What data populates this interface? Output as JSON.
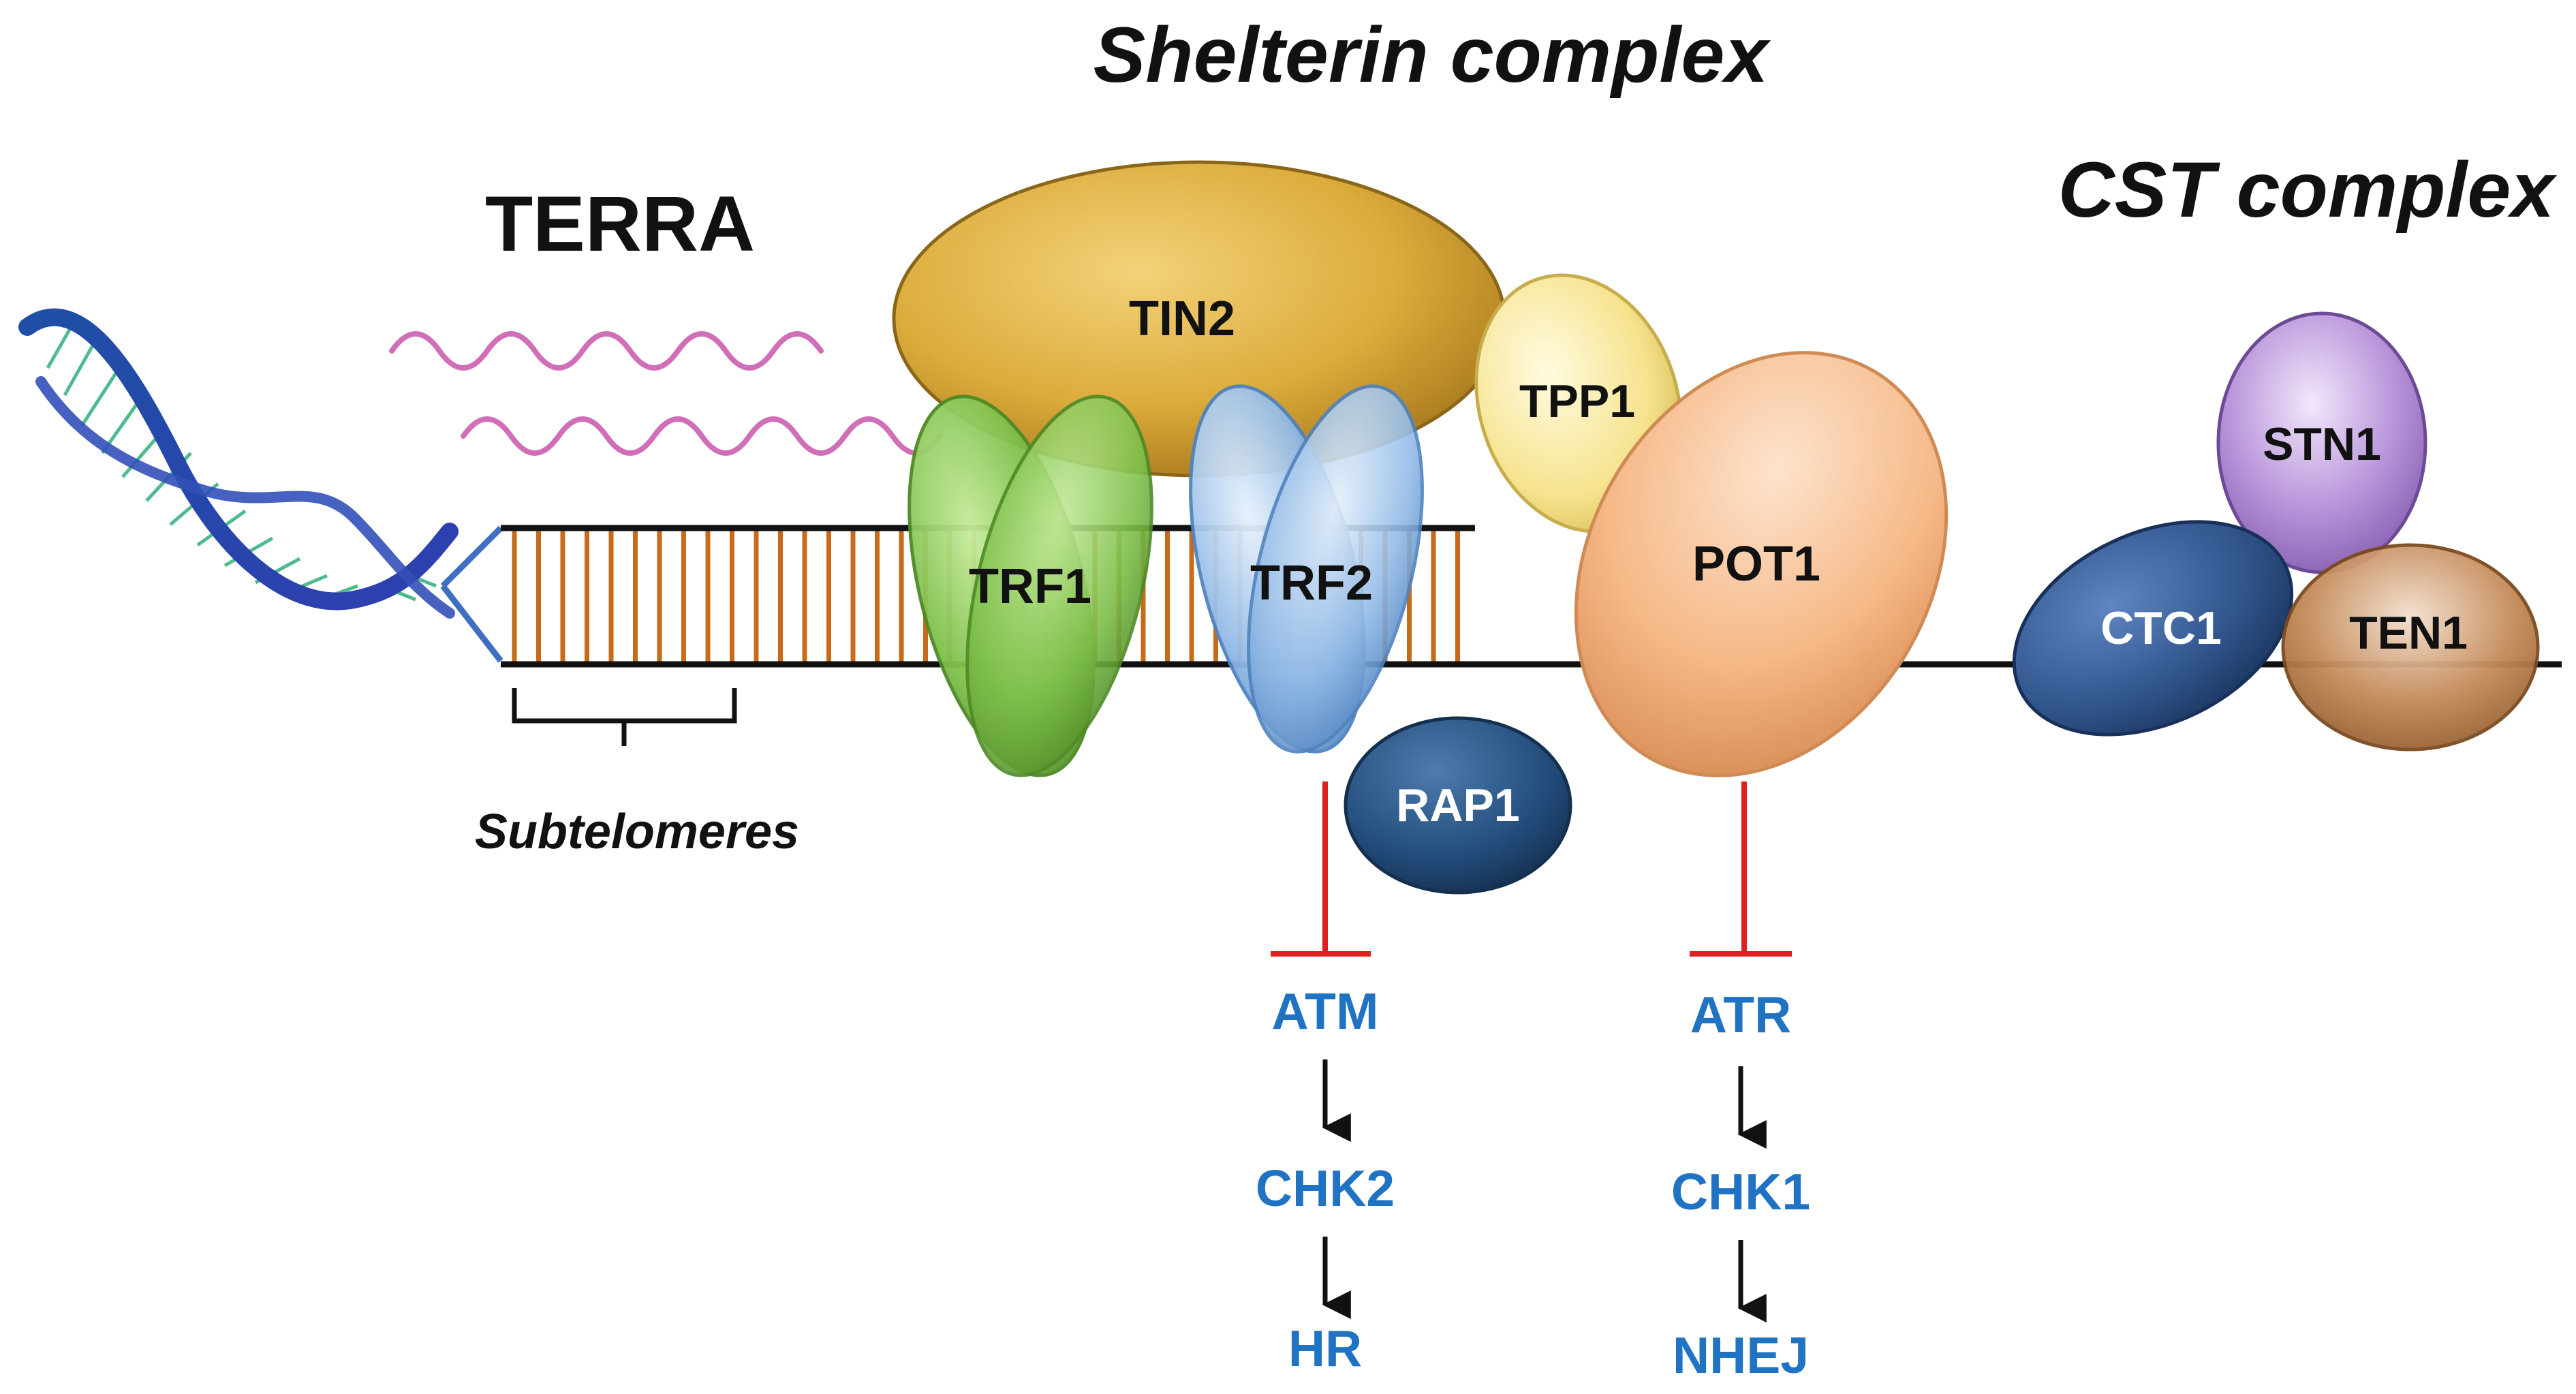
{
  "titles": {
    "shelterin": "Shelterin complex",
    "cst": "CST complex",
    "terra": "TERRA",
    "subtelomeres": "Subtelomeres"
  },
  "proteins": {
    "tin2": "TIN2",
    "tpp1": "TPP1",
    "trf1": "TRF1",
    "trf2": "TRF2",
    "pot1": "POT1",
    "rap1": "RAP1",
    "stn1": "STN1",
    "ctc1": "CTC1",
    "ten1": "TEN1"
  },
  "pathway_left": [
    "ATM",
    "CHK2",
    "HR"
  ],
  "pathway_right": [
    "ATR",
    "CHK1",
    "NHEJ"
  ],
  "colors": {
    "tin2": "#d9a93a",
    "tpp1": "#f5e79a",
    "trf1": "#7bc04a",
    "trf2": "#8fb8e6",
    "pot1": "#f4b98a",
    "rap1": "#244d7a",
    "stn1": "#b48fd8",
    "ctc1": "#2f5289",
    "ten1": "#b8763e",
    "terra": "#d06fb8",
    "rungs": "#c96a1a",
    "pathway_text": "#1f73c2",
    "inhibit": "#e02020"
  }
}
